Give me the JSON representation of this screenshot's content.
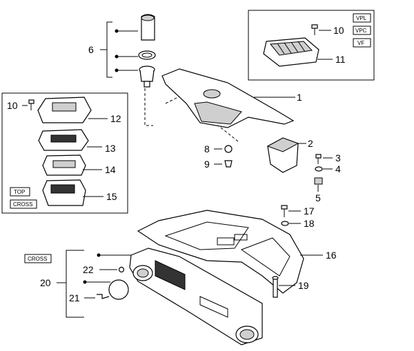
{
  "title": "",
  "callouts": {
    "c1": "1",
    "c2": "2",
    "c3": "3",
    "c4": "4",
    "c5": "5",
    "c6": "6",
    "c8": "8",
    "c9": "9",
    "c10a": "10",
    "c10b": "10",
    "c11": "11",
    "c12": "12",
    "c13": "13",
    "c14": "14",
    "c15": "15",
    "c16": "16",
    "c17": "17",
    "c18": "18",
    "c19": "19",
    "c20": "20",
    "c21": "21",
    "c22": "22"
  },
  "variant_tags": {
    "vpl": "VPL",
    "vpc": "VPC",
    "vf": "VF",
    "top": "TOP",
    "cross_inset": "CROSS",
    "cross_main": "CROSS"
  }
}
